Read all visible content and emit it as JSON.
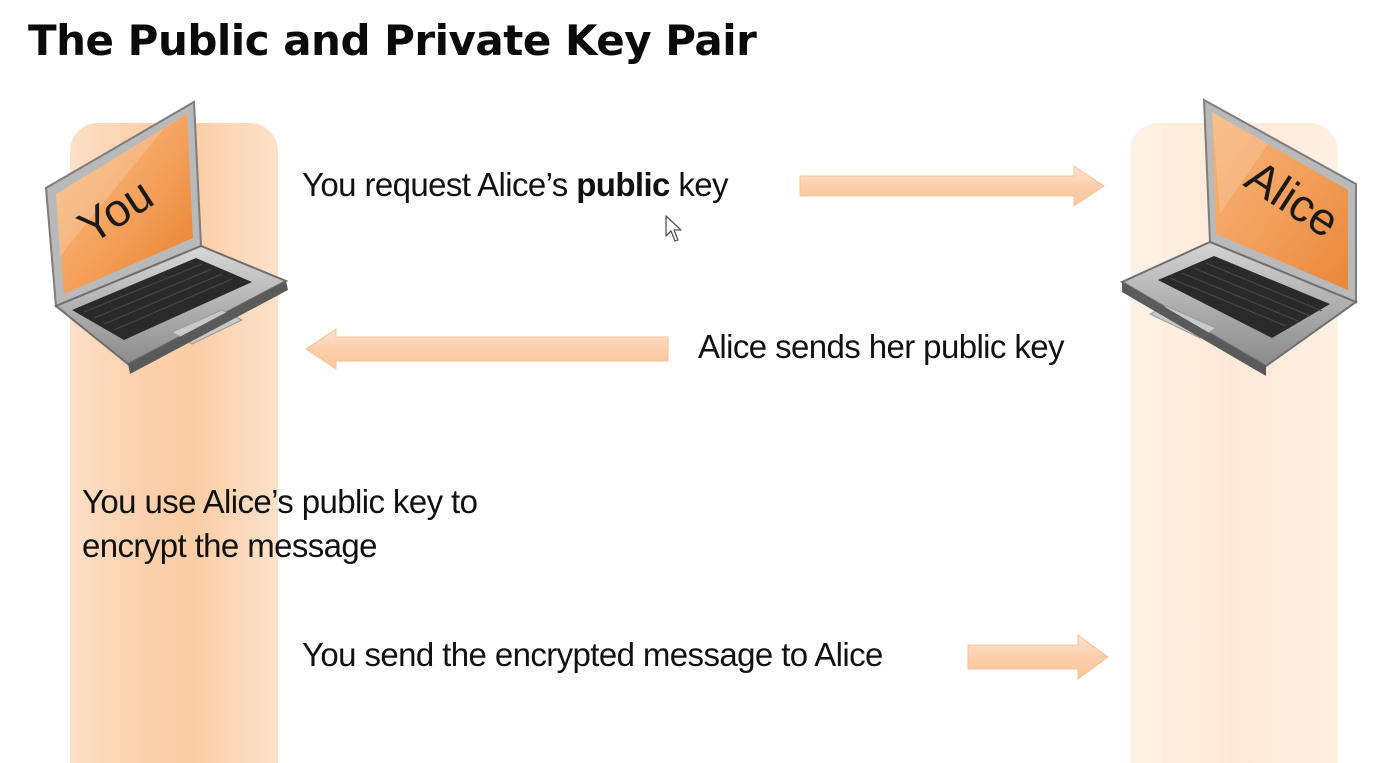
{
  "slide": {
    "title": "The Public and Private Key Pair"
  },
  "parties": {
    "you": {
      "screen_label": "You"
    },
    "alice": {
      "screen_label": "Alice"
    }
  },
  "steps": [
    {
      "text_before": "You request Alice’s ",
      "text_bold": "public",
      "text_after": " key",
      "direction": "right"
    },
    {
      "text": "Alice sends her public key",
      "direction": "left"
    },
    {
      "line1": "You use Alice’s public key to",
      "line2": "encrypt the message"
    },
    {
      "text": "You send the encrypted message to Alice",
      "direction": "right"
    }
  ],
  "colors": {
    "column_you": "#fbcda7",
    "column_alice": "#fde8d6",
    "arrow_fill": "#fbd2b0",
    "screen_orange": "#f5a25a"
  },
  "icons": {
    "cursor": "mouse-pointer-icon",
    "laptop": "laptop-icon",
    "arrow": "arrow-icon"
  }
}
